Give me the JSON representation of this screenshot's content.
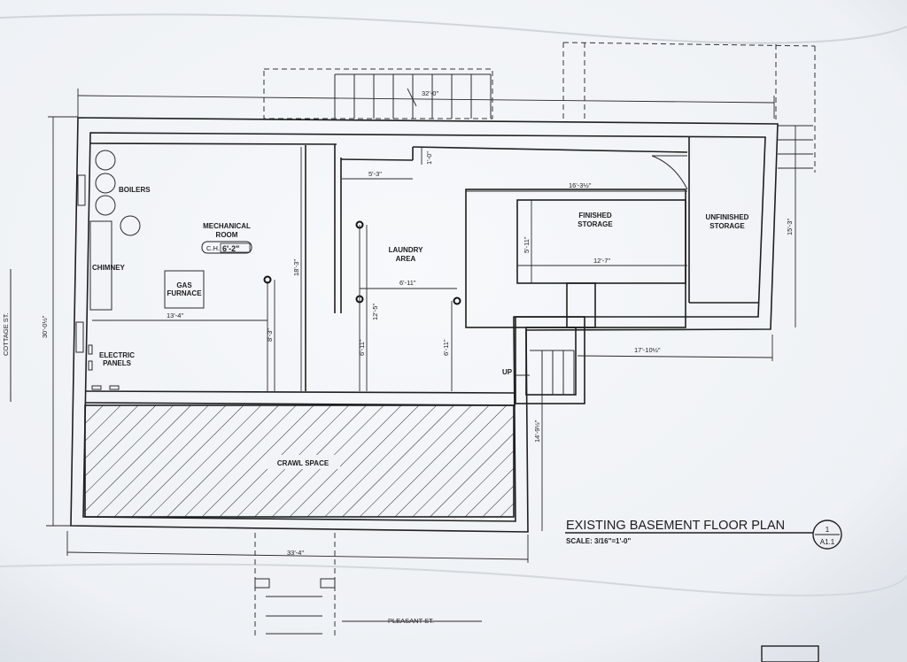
{
  "rooms": {
    "boilers": "BOILERS",
    "mechanical_room": [
      "MECHANICAL",
      "ROOM"
    ],
    "ceiling_height_prefix": "C.H.",
    "ceiling_height_value": "6'-2\"",
    "chimney": "CHIMNEY",
    "gas_furnace": [
      "GAS",
      "FURNACE"
    ],
    "electric_panels": [
      "ELECTRIC",
      "PANELS"
    ],
    "laundry_area": [
      "LAUNDRY",
      "AREA"
    ],
    "finished_storage": [
      "FINISHED",
      "STORAGE"
    ],
    "unfinished_storage": [
      "UNFINISHED",
      "STORAGE"
    ],
    "crawl_space": "CRAWL SPACE",
    "up": "UP"
  },
  "dimensions": {
    "top_overall": "32'-0\"",
    "left_overall": "30'-0½\"",
    "bottom_overall": "33'-4\"",
    "mech_width": "13'-4\"",
    "mech_depth": "18'-3\"",
    "mech_lower": "8'-3\"",
    "laundry_top": "5'-3\"",
    "laundry_jog": "1'-0\"",
    "laundry_width": "6'-11\"",
    "laundry_depth": "12'-5\"",
    "laundry_left": "6'-11\"",
    "laundry_right": "6'-11\"",
    "storage_width": "16'-3½\"",
    "storage_height": "5'-11\"",
    "storage_inner": "12'-7\"",
    "right_height": "15'-3\"",
    "stair_run": "17'-10½\"",
    "stair_depth": "14'-9½\""
  },
  "streets": {
    "left": "COTTAGE ST.",
    "bottom": "PLEASANT ST."
  },
  "title_block": {
    "title": "EXISTING BASEMENT FLOOR PLAN",
    "scale": "SCALE: 3/16\"=1'-0\"",
    "detail_number": "1",
    "sheet": "A1.1"
  },
  "colors": {
    "paper": "#f4f6f9",
    "line": "#1f1f1f"
  }
}
